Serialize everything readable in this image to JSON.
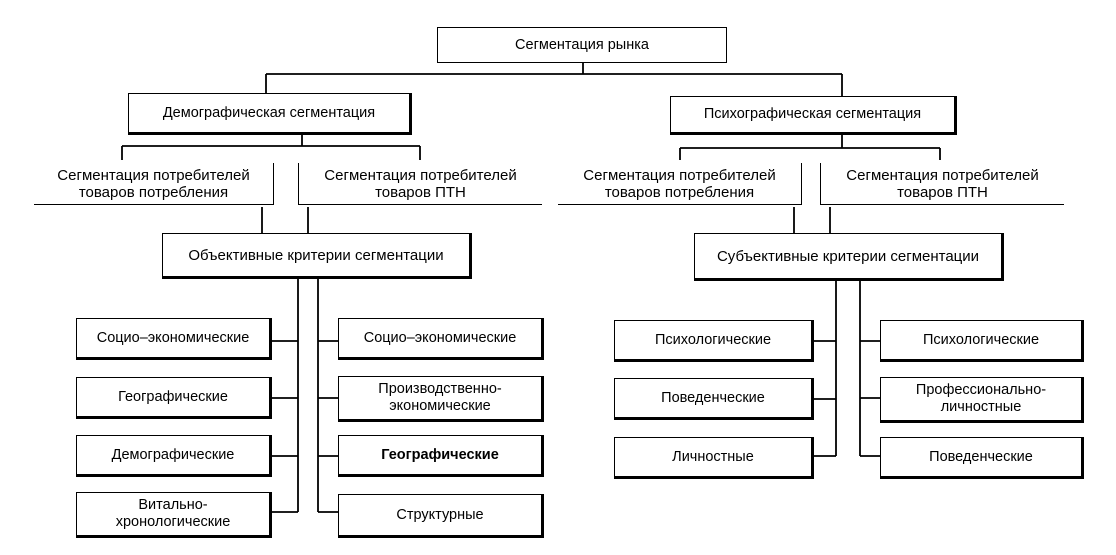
{
  "root": "Сегментация рынка",
  "demographic": {
    "title": "Демографическая сегментация",
    "consumer_goods": "Сегментация потребителей товаров потребления",
    "industrial_goods": "Сегментация потребителей товаров ПТН",
    "criteria": "Объективные критерии сегментации",
    "left_items": [
      "Социо–экономические",
      "Географические",
      "Демографические",
      "Витально- хронологические"
    ],
    "right_items": [
      "Социо–экономические",
      "Производственно- экономические",
      "Географические",
      "Структурные"
    ]
  },
  "psychographic": {
    "title": "Психографическая сегментация",
    "consumer_goods": "Сегментация потребителей товаров потребления",
    "industrial_goods": "Сегментация потребителей товаров ПТН",
    "criteria": "Субъективные критерии сегментации",
    "left_items": [
      "Психологические",
      "Поведенческие",
      "Личностные"
    ],
    "right_items": [
      "Психологические",
      "Профессионально- личностные",
      "Поведенческие"
    ]
  }
}
